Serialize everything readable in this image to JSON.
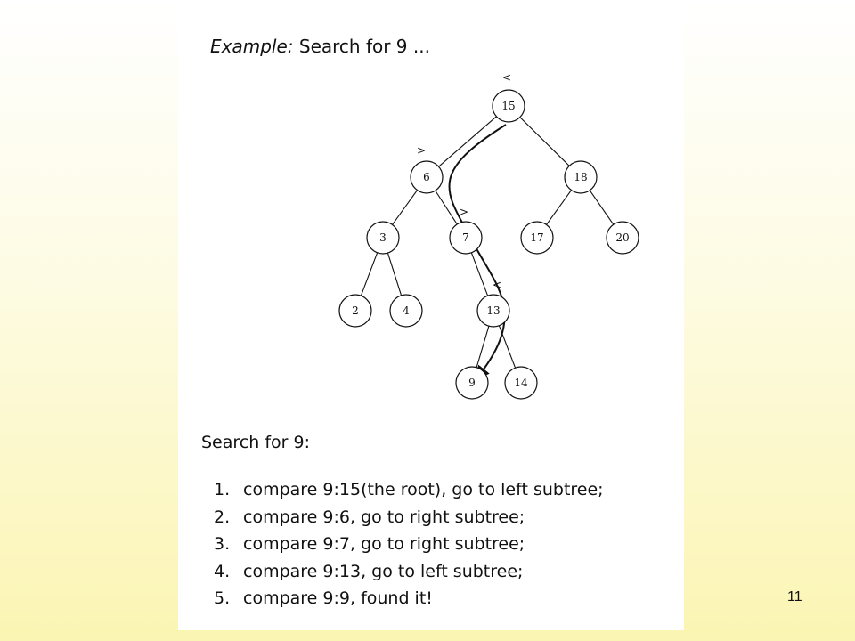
{
  "heading": {
    "prefix": "Example:",
    "rest": " Search for 9 ..."
  },
  "tree": {
    "nodes": [
      {
        "id": "15",
        "label": "15"
      },
      {
        "id": "6",
        "label": "6"
      },
      {
        "id": "18",
        "label": "18"
      },
      {
        "id": "3",
        "label": "3"
      },
      {
        "id": "7",
        "label": "7"
      },
      {
        "id": "17",
        "label": "17"
      },
      {
        "id": "20",
        "label": "20"
      },
      {
        "id": "2",
        "label": "2"
      },
      {
        "id": "4",
        "label": "4"
      },
      {
        "id": "13",
        "label": "13"
      },
      {
        "id": "9",
        "label": "9"
      },
      {
        "id": "14",
        "label": "14"
      }
    ],
    "edges": [
      [
        "15",
        "6"
      ],
      [
        "15",
        "18"
      ],
      [
        "6",
        "3"
      ],
      [
        "6",
        "7"
      ],
      [
        "18",
        "17"
      ],
      [
        "18",
        "20"
      ],
      [
        "3",
        "2"
      ],
      [
        "3",
        "4"
      ],
      [
        "7",
        "13"
      ],
      [
        "13",
        "9"
      ],
      [
        "13",
        "14"
      ]
    ],
    "comparison_marks": [
      {
        "node": "15",
        "symbol": "<"
      },
      {
        "node": "6",
        "symbol": ">"
      },
      {
        "node": "7",
        "symbol": ">"
      },
      {
        "node": "13",
        "symbol": "<"
      }
    ],
    "search_path": [
      "15",
      "6",
      "7",
      "13",
      "9"
    ]
  },
  "search": {
    "title": "Search for 9:",
    "steps": [
      {
        "num": "1.",
        "text": "compare 9:15(the root), go to left subtree;"
      },
      {
        "num": "2.",
        "text": "compare 9:6, go to right subtree;"
      },
      {
        "num": "3.",
        "text": "compare 9:7, go to right subtree;"
      },
      {
        "num": "4.",
        "text": "compare 9:13, go to left subtree;"
      },
      {
        "num": "5.",
        "text": "compare 9:9, found it!"
      }
    ]
  },
  "slide_number": "11"
}
